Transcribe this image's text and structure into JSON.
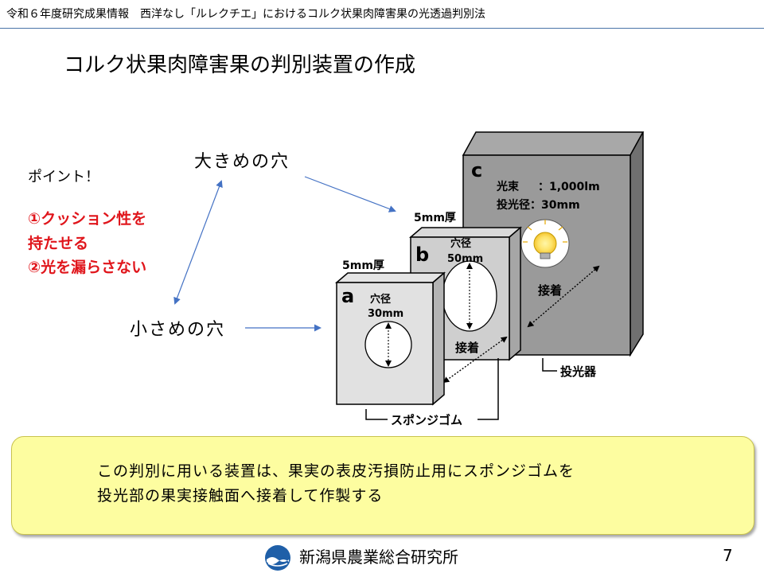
{
  "header": {
    "title": "令和６年度研究成果情報　西洋なし「ルレクチエ」におけるコルク状果肉障害果の光透過判別法"
  },
  "slide": {
    "title": "コルク状果肉障害果の判別装置の作成"
  },
  "points": {
    "heading": "ポイント！",
    "items": [
      "①クッション性を",
      "持たせる",
      "②光を漏らさない"
    ]
  },
  "labels": {
    "large_hole": "大きめの穴",
    "small_hole": "小さめの穴"
  },
  "diagram": {
    "block_a": {
      "letter": "a",
      "thickness": "5mm厚",
      "hole_label": "穴径",
      "hole_size": "30mm"
    },
    "block_b": {
      "letter": "b",
      "thickness": "5mm厚",
      "hole_label": "穴径",
      "hole_size": "50mm",
      "bond": "接着"
    },
    "block_c": {
      "letter": "c",
      "spec1_label": "光束",
      "spec1_value": "：1,000lm",
      "spec2": "投光径：30mm",
      "bond": "接着"
    },
    "projector_label": "投光器",
    "sponge_label": "スポンジゴム"
  },
  "note": {
    "line1": "この判別に用いる装置は、果実の表皮汚損防止用にスポンジゴムを",
    "line2": "投光部の果実接触面へ接着して作製する"
  },
  "footer": {
    "org": "新潟県農業総合研究所",
    "page": "7"
  }
}
